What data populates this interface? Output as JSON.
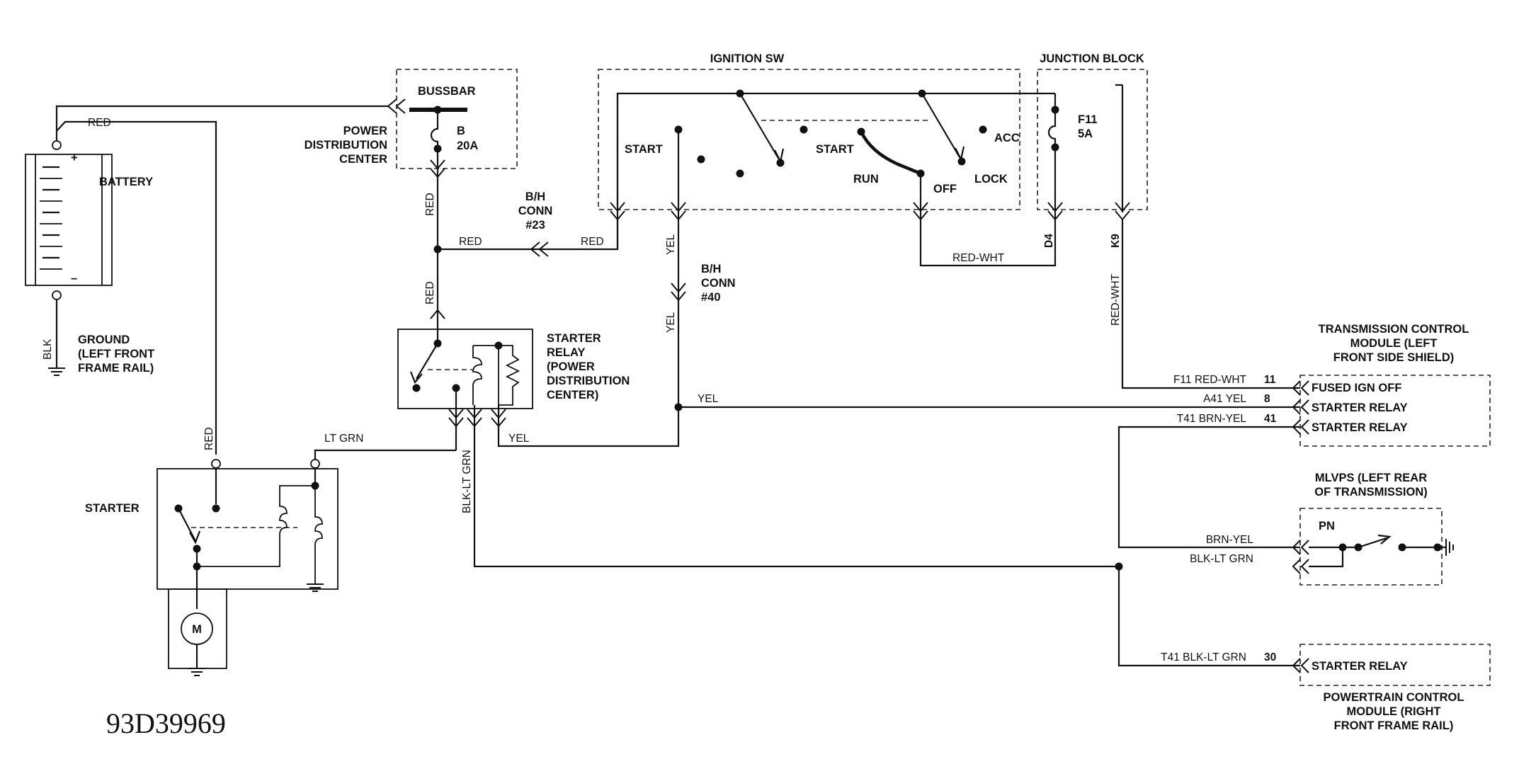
{
  "figure_id": "93D39969",
  "components": {
    "battery": "BATTERY",
    "battery_plus": "+",
    "battery_minus": "–",
    "ground": [
      "GROUND",
      "(LEFT FRONT",
      "FRAME RAIL)"
    ],
    "bussbar": "BUSSBAR",
    "pdc": [
      "POWER",
      "DISTRIBUTION",
      "CENTER"
    ],
    "fuse_b": [
      "B",
      "20A"
    ],
    "bh_conn_23": [
      "B/H",
      "CONN",
      "#23"
    ],
    "bh_conn_40": [
      "B/H",
      "CONN",
      "#40"
    ],
    "ignition_sw": "IGNITION SW",
    "ign_positions": {
      "start_left": "START",
      "start_right": "START",
      "run": "RUN",
      "off": "OFF",
      "lock": "LOCK",
      "acc": "ACC"
    },
    "junction_block": "JUNCTION BLOCK",
    "fuse_f11": [
      "F11",
      "5A"
    ],
    "starter_relay": [
      "STARTER",
      "RELAY",
      "(POWER",
      "DISTRIBUTION",
      "CENTER)"
    ],
    "starter": "STARTER",
    "motor": "M",
    "tcm": [
      "TRANSMISSION CONTROL",
      "MODULE (LEFT",
      "FRONT SIDE SHIELD)"
    ],
    "tcm_pins": [
      "FUSED IGN OFF",
      "STARTER RELAY",
      "STARTER RELAY"
    ],
    "mlvps": [
      "MLVPS (LEFT REAR",
      "OF TRANSMISSION)"
    ],
    "mlvps_switch": "PN",
    "pcm": [
      "POWERTRAIN CONTROL",
      "MODULE (RIGHT",
      "FRONT FRAME RAIL)"
    ],
    "pcm_pin": "STARTER RELAY"
  },
  "wires": {
    "red_battery": "RED",
    "red_starter": "RED",
    "red_pdc_vertical": "RED",
    "red_splice": "RED",
    "red_conn23": "RED",
    "red_relay": "RED",
    "blk_ground": "BLK",
    "yel_ign": "YEL",
    "yel_conn40": "YEL",
    "yel_main": "YEL",
    "yel_relay": "YEL",
    "lt_grn": "LT GRN",
    "blk_lt_grn_vertical": "BLK-LT GRN",
    "red_wht_ign": "RED-WHT",
    "red_wht_k9": "RED-WHT",
    "d4": "D4",
    "k9": "K9",
    "f11_red_wht": "F11 RED-WHT",
    "a41_yel": "A41 YEL",
    "t41_brn_yel": "T41 BRN-YEL",
    "brn_yel": "BRN-YEL",
    "blk_lt_grn": "BLK-LT GRN",
    "t41_blk_lt_grn": "T41 BLK-LT GRN"
  },
  "pin_numbers": {
    "tcm_fused": "11",
    "tcm_starter_a": "8",
    "tcm_starter_b": "41",
    "pcm_starter": "30"
  }
}
